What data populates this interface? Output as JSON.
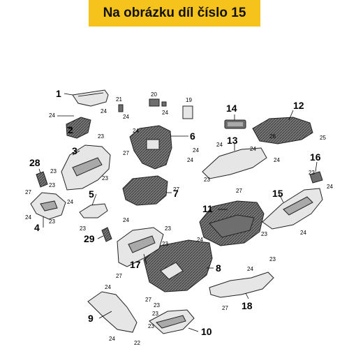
{
  "banner": {
    "text": "Na obrázku díl číslo 15"
  },
  "parts": [
    {
      "id": "p1",
      "label": "1"
    },
    {
      "id": "p2",
      "label": "2"
    },
    {
      "id": "p3",
      "label": "3"
    },
    {
      "id": "p4",
      "label": "4"
    },
    {
      "id": "p5",
      "label": "5"
    },
    {
      "id": "p6",
      "label": "6"
    },
    {
      "id": "p7",
      "label": "7"
    },
    {
      "id": "p8",
      "label": "8"
    },
    {
      "id": "p9",
      "label": "9"
    },
    {
      "id": "p10",
      "label": "10"
    },
    {
      "id": "p11",
      "label": "11"
    },
    {
      "id": "p12",
      "label": "12"
    },
    {
      "id": "p13",
      "label": "13"
    },
    {
      "id": "p14",
      "label": "14"
    },
    {
      "id": "p15",
      "label": "15"
    },
    {
      "id": "p16",
      "label": "16"
    },
    {
      "id": "p17",
      "label": "17"
    },
    {
      "id": "p18",
      "label": "18"
    },
    {
      "id": "p28",
      "label": "28"
    },
    {
      "id": "p29",
      "label": "29"
    }
  ],
  "fasteners": {
    "f19": "19",
    "f20": "20",
    "f21": "21",
    "f22": "22",
    "f23": "23",
    "f24": "24",
    "f25": "25",
    "f26": "26",
    "f27": "27"
  }
}
